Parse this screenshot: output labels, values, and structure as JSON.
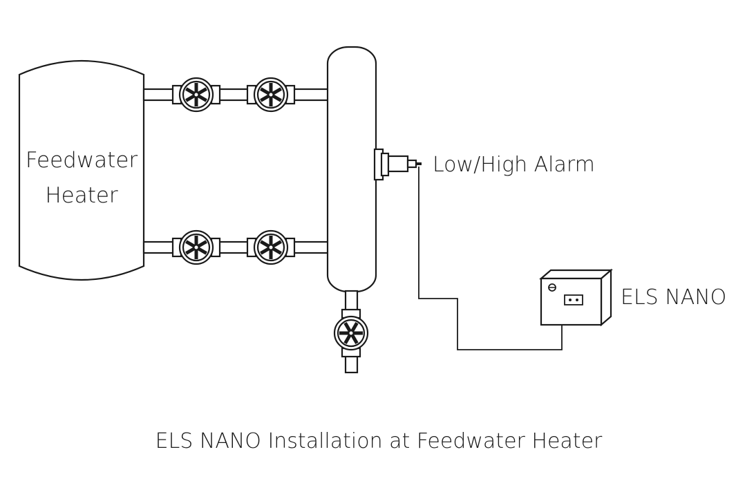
{
  "diagram": {
    "heater_label_line1": "Feedwater",
    "heater_label_line2": "Heater",
    "alarm_label": "Low/High Alarm",
    "device_label": "ELS NANO",
    "caption": "ELS NANO Installation at Feedwater Heater"
  },
  "colors": {
    "line": "#1a1a1a",
    "background": "#ffffff"
  },
  "icons": {
    "valve": "valve-icon",
    "sensor": "sensor-icon",
    "led": "led-indicator-icon",
    "connector": "connector-icon"
  }
}
